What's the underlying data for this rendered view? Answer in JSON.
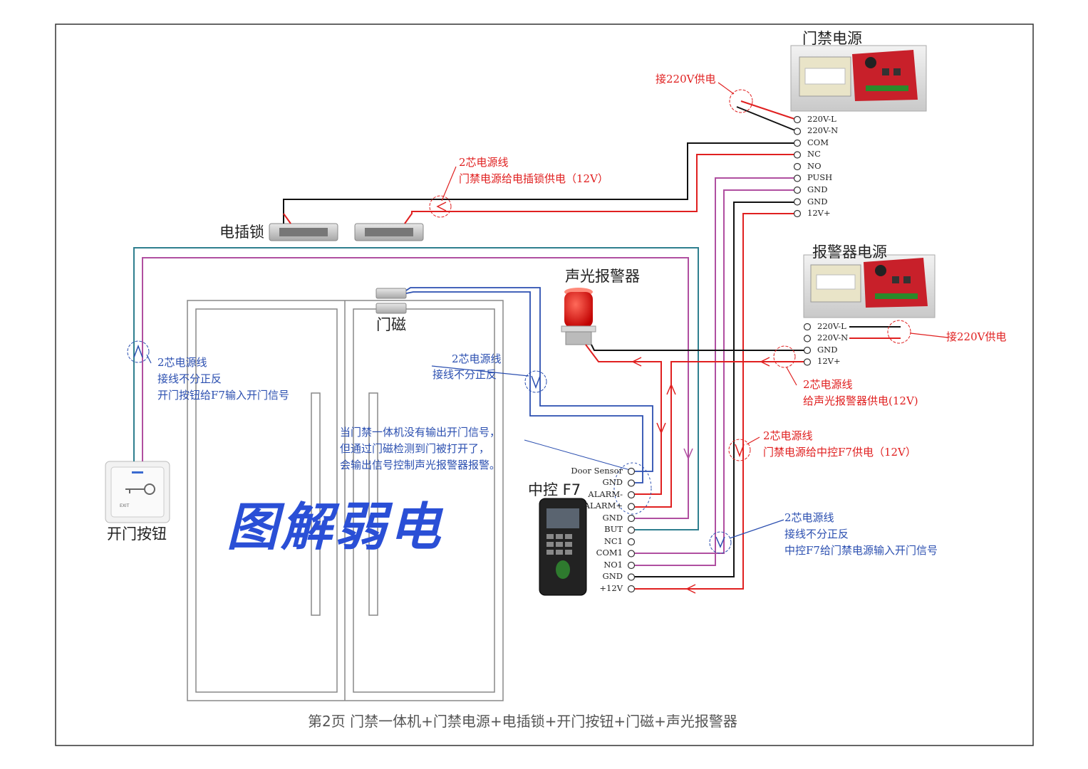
{
  "colors": {
    "red": "#e02020",
    "black": "#111111",
    "blue": "#2b4fb0",
    "magenta": "#b04fa0",
    "teal": "#2f7f8f",
    "brand": "#2a4fd6"
  },
  "labels": {
    "access_power": "门禁电源",
    "alarm_power": "报警器电源",
    "strobe": "声光报警器",
    "lock": "电插锁",
    "door_sensor": "门磁",
    "controller": "中控  F7",
    "exit_button": "开门按钮",
    "brand": "图解弱电",
    "caption": "第2页  门禁一体机+门禁电源+电插锁+开门按钮+门磁+声光报警器"
  },
  "access_power_terminals": [
    "220V-L",
    "220V-N",
    "COM",
    "NC",
    "NO",
    "PUSH",
    "GND",
    "GND",
    "12V+"
  ],
  "alarm_power_terminals": [
    "220V-L",
    "220V-N",
    "GND",
    "12V+"
  ],
  "controller_terminals": [
    "Door Sensor",
    "GND",
    "ALARM-",
    "ALARM+",
    "GND",
    "BUT",
    "NC1",
    "COM1",
    "NO1",
    "GND",
    "+12V"
  ],
  "annotations": {
    "mains_1": "接220V供电",
    "mains_2": "接220V供电",
    "lock_wire_l1": "2芯电源线",
    "lock_wire_l2": "门禁电源给电插锁供电（12V）",
    "exit_wire_l1": "2芯电源线",
    "exit_wire_l2": "接线不分正反",
    "exit_wire_l3": "开门按钮给F7输入开门信号",
    "sensor_wire_l1": "2芯电源线",
    "sensor_wire_l2": "接线不分正反",
    "alarm_note_l1": "当门禁一体机没有输出开门信号，",
    "alarm_note_l2": "但通过门磁检测到门被打开了，",
    "alarm_note_l3": "会输出信号控制声光报警器报警。",
    "strobe_wire_l1": "2芯电源线",
    "strobe_wire_l2": "给声光报警器供电(12V)",
    "f7_power_l1": "2芯电源线",
    "f7_power_l2": "门禁电源给中控F7供电（12V）",
    "push_wire_l1": "2芯电源线",
    "push_wire_l2": "接线不分正反",
    "push_wire_l3": "中控F7给门禁电源输入开门信号"
  }
}
